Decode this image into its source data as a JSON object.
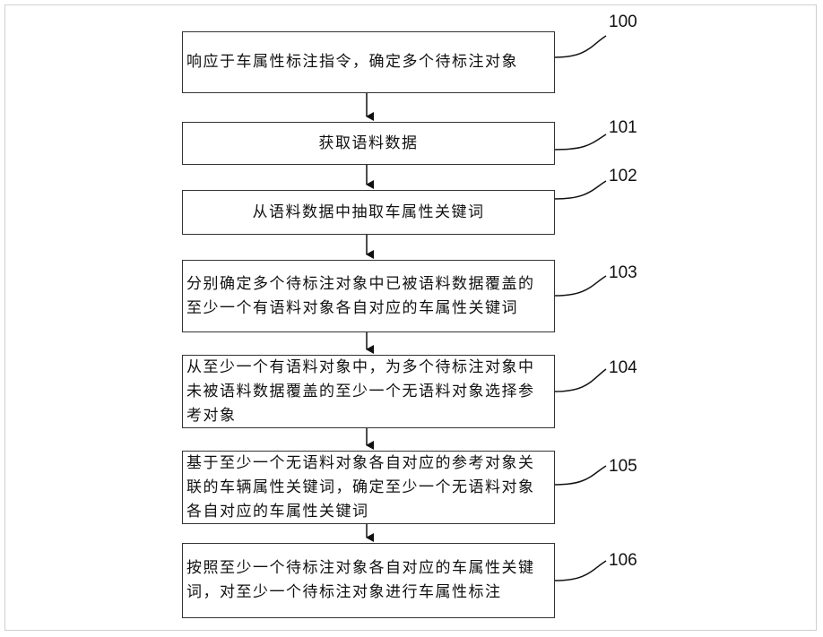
{
  "steps": [
    {
      "id": "100",
      "text": "响应于车属性标注指令，确定多个待标注对象"
    },
    {
      "id": "101",
      "text": "获取语料数据"
    },
    {
      "id": "102",
      "text": "从语料数据中抽取车属性关键词"
    },
    {
      "id": "103",
      "text": "分别确定多个待标注对象中已被语料数据覆盖的至少一个有语料对象各自对应的车属性关键词"
    },
    {
      "id": "104",
      "text": "从至少一个有语料对象中，为多个待标注对象中未被语料数据覆盖的至少一个无语料对象选择参考对象"
    },
    {
      "id": "105",
      "text": "基于至少一个无语料对象各自对应的参考对象关联的车辆属性关键词，确定至少一个无语料对象各自对应的车属性关键词"
    },
    {
      "id": "106",
      "text": "按照至少一个待标注对象各自对应的车属性关键词，对至少一个待标注对象进行车属性标注"
    }
  ]
}
